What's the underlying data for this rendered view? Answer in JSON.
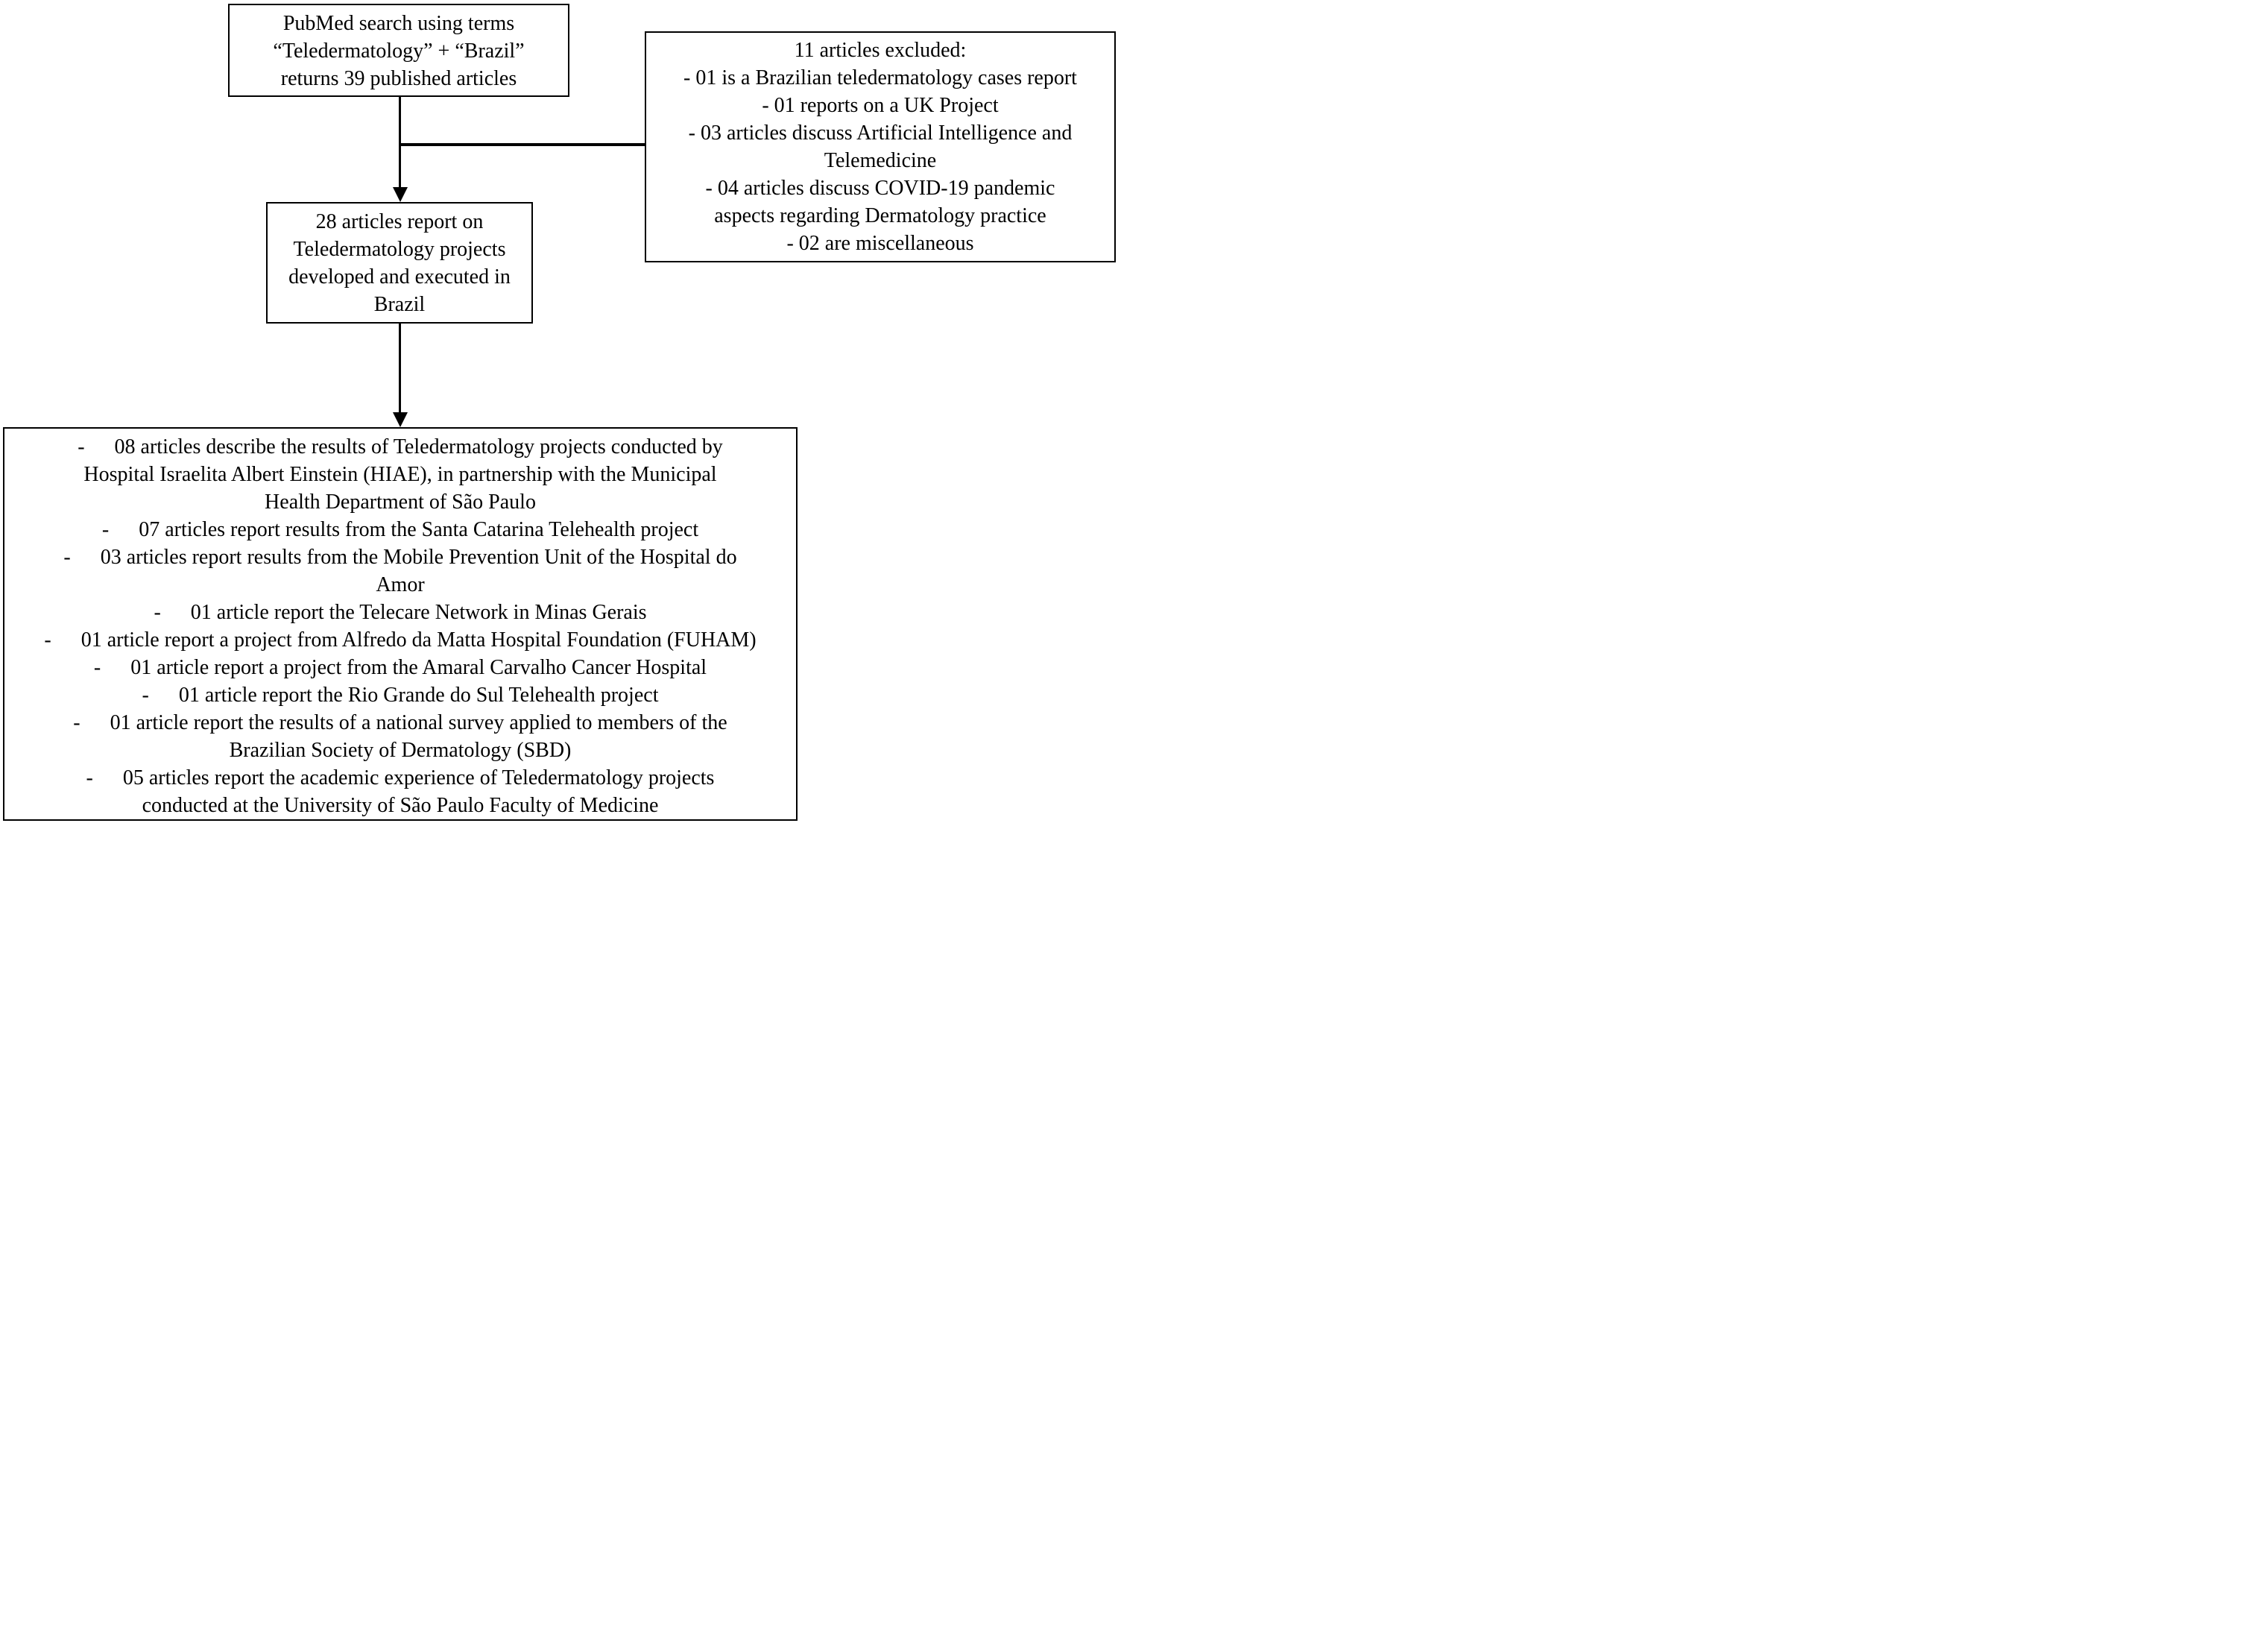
{
  "diagram": {
    "background_color": "#ffffff",
    "line_color": "#000000",
    "dash": "-",
    "top_box": {
      "lines": [
        "PubMed search using terms",
        "“Teledermatology” + “Brazil”",
        "returns 39 published articles"
      ]
    },
    "excluded_box": {
      "lines": [
        "11 articles excluded:",
        "- 01 is a Brazilian teledermatology cases report",
        "- 01 reports on a UK Project",
        "- 03 articles discuss Artificial Intelligence and",
        "Telemedicine",
        "- 04 articles discuss COVID-19 pandemic",
        "aspects regarding Dermatology practice",
        "- 02 are miscellaneous"
      ]
    },
    "middle_box": {
      "lines": [
        "28 articles report on",
        "Teledermatology projects",
        "developed and executed in",
        "Brazil"
      ]
    },
    "bottom_box": {
      "items": [
        {
          "lines": [
            "08 articles describe the results of Teledermatology projects conducted by",
            "Hospital Israelita Albert Einstein (HIAE), in partnership with the Municipal",
            "Health Department of São Paulo"
          ]
        },
        {
          "lines": [
            "07 articles report results from the Santa Catarina Telehealth project"
          ]
        },
        {
          "lines": [
            "03 articles report results from the Mobile Prevention Unit of the Hospital do",
            "Amor"
          ]
        },
        {
          "lines": [
            "01 article report the Telecare Network in Minas Gerais"
          ]
        },
        {
          "lines": [
            "01 article report a project from Alfredo da Matta Hospital Foundation (FUHAM)"
          ]
        },
        {
          "lines": [
            "01 article report a project from the Amaral Carvalho Cancer Hospital"
          ]
        },
        {
          "lines": [
            "01 article report the Rio Grande do Sul Telehealth project"
          ]
        },
        {
          "lines": [
            "01 article report the results of a national survey applied to members of the",
            "Brazilian Society of Dermatology (SBD)"
          ]
        },
        {
          "lines": [
            "05 articles report the academic experience of Teledermatology projects",
            "conducted at the University of São Paulo Faculty of Medicine"
          ]
        }
      ]
    }
  }
}
